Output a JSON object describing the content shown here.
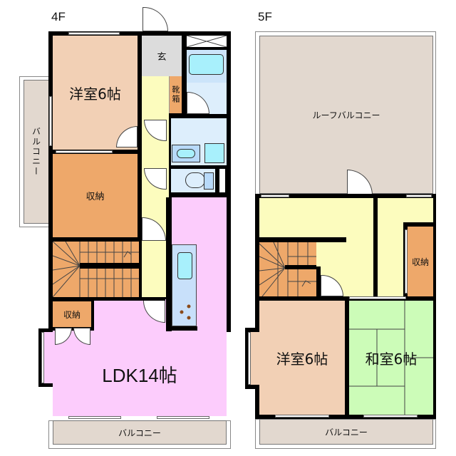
{
  "floors": [
    {
      "label": "4F",
      "rooms": {
        "western_room": {
          "label": "洋室6帖",
          "color": "#f2d0b5"
        },
        "storage_large": {
          "label": "収納",
          "color": "#eea86a"
        },
        "entrance": {
          "label": "玄",
          "color": "#dcdcdc"
        },
        "shoe_box": {
          "label": "靴箱",
          "color": "#eea86a"
        },
        "hallway": {
          "color": "#fcfcbe"
        },
        "bath": {
          "color": "#cce4fa"
        },
        "washroom": {
          "color": "#ddeefc"
        },
        "toilet": {
          "color": "#ddeefc"
        },
        "ldk": {
          "label": "LDK14帖",
          "color": "#fcccfc"
        },
        "storage_small": {
          "label": "収納",
          "color": "#eea86a"
        },
        "stairs": {
          "color": "#eea86a"
        },
        "kitchen_counter": {
          "color": "#c8e0fa"
        }
      },
      "balconies": {
        "side": {
          "label": "バルコニー"
        },
        "bottom": {
          "label": "バルコニー"
        }
      }
    },
    {
      "label": "5F",
      "rooms": {
        "roof_balcony": {
          "label": "ルーフバルコニー",
          "color": "#e2d8cf"
        },
        "hallway": {
          "color": "#fcfcbe"
        },
        "storage": {
          "label": "収納",
          "color": "#eea86a"
        },
        "western_room": {
          "label": "洋室6帖",
          "color": "#f2d0b5"
        },
        "japanese_room": {
          "label": "和室6帖",
          "color": "#ccfcb8"
        },
        "stairs": {
          "color": "#eea86a"
        }
      },
      "balconies": {
        "bottom": {
          "label": "バルコニー"
        }
      }
    }
  ]
}
